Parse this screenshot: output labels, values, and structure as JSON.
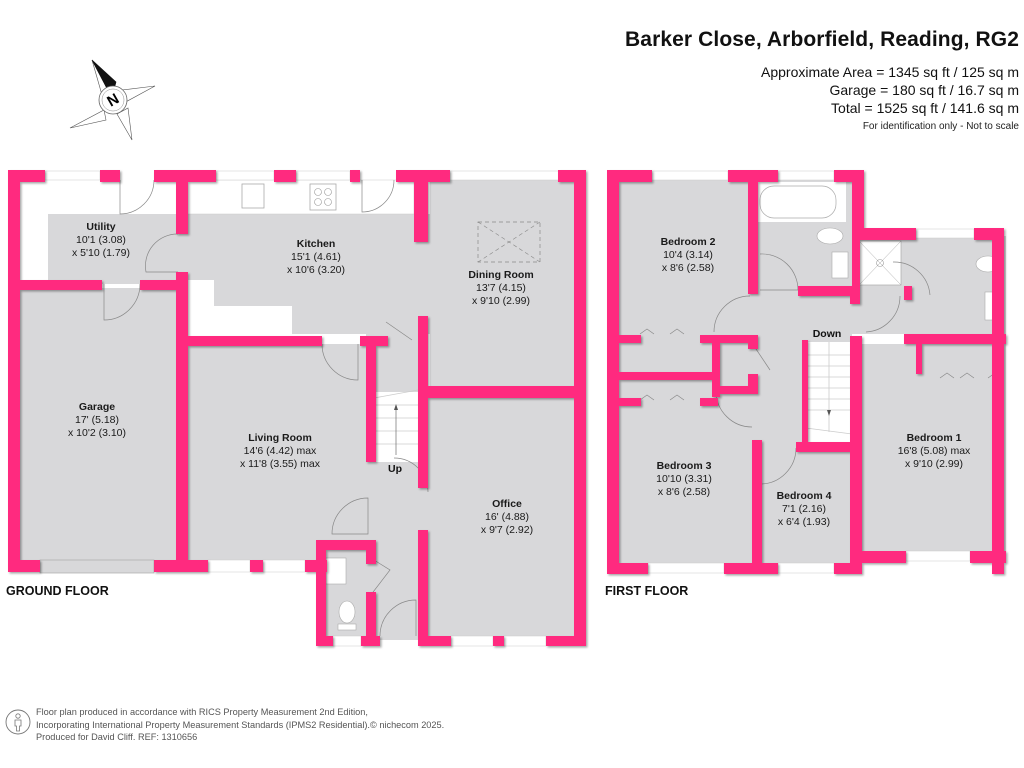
{
  "header": {
    "title": "Barker Close, Arborfield, Reading, RG2",
    "approximate_area": "Approximate Area = 1345 sq ft / 125 sq m",
    "garage_area": "Garage = 180 sq ft / 16.7 sq m",
    "total_area": "Total = 1525 sq ft / 141.6 sq m",
    "disclaimer": "For identification only - Not to scale"
  },
  "compass": {
    "icon": "north-arrow-compass-icon",
    "label": "N"
  },
  "colors": {
    "wall": "#ff2a7f",
    "floor": "#d8d8da",
    "fixture": "#ffffff"
  },
  "ground_floor": {
    "label": "GROUND FLOOR",
    "rooms": [
      {
        "name": "Utility",
        "dim1": "10'1 (3.08)",
        "dim2": "x 5'10 (1.79)"
      },
      {
        "name": "Kitchen",
        "dim1": "15'1 (4.61)",
        "dim2": "x 10'6 (3.20)"
      },
      {
        "name": "Dining Room",
        "dim1": "13'7 (4.15)",
        "dim2": "x 9'10 (2.99)"
      },
      {
        "name": "Garage",
        "dim1": "17' (5.18)",
        "dim2": "x 10'2 (3.10)"
      },
      {
        "name": "Living Room",
        "dim1": "14'6 (4.42) max",
        "dim2": "x 11'8 (3.55) max"
      },
      {
        "name": "Office",
        "dim1": "16' (4.88)",
        "dim2": "x 9'7 (2.92)"
      }
    ],
    "stairs_label": "Up"
  },
  "first_floor": {
    "label": "FIRST FLOOR",
    "rooms": [
      {
        "name": "Bedroom 2",
        "dim1": "10'4 (3.14)",
        "dim2": "x 8'6 (2.58)"
      },
      {
        "name": "Bedroom 3",
        "dim1": "10'10 (3.31)",
        "dim2": "x 8'6 (2.58)"
      },
      {
        "name": "Bedroom 4",
        "dim1": "7'1 (2.16)",
        "dim2": "x 6'4 (1.93)"
      },
      {
        "name": "Bedroom 1",
        "dim1": "16'8 (5.08) max",
        "dim2": "x 9'10 (2.99)"
      }
    ],
    "stairs_label": "Down"
  },
  "footer": {
    "line1": "Floor plan produced in accordance with RICS Property Measurement 2nd Edition,",
    "line2": "Incorporating International Property Measurement Standards (IPMS2 Residential).",
    "line3": "Produced for David Cliff.   REF:  1310656",
    "copyright": "© nichecom 2025.",
    "icon": "person-info-icon"
  }
}
